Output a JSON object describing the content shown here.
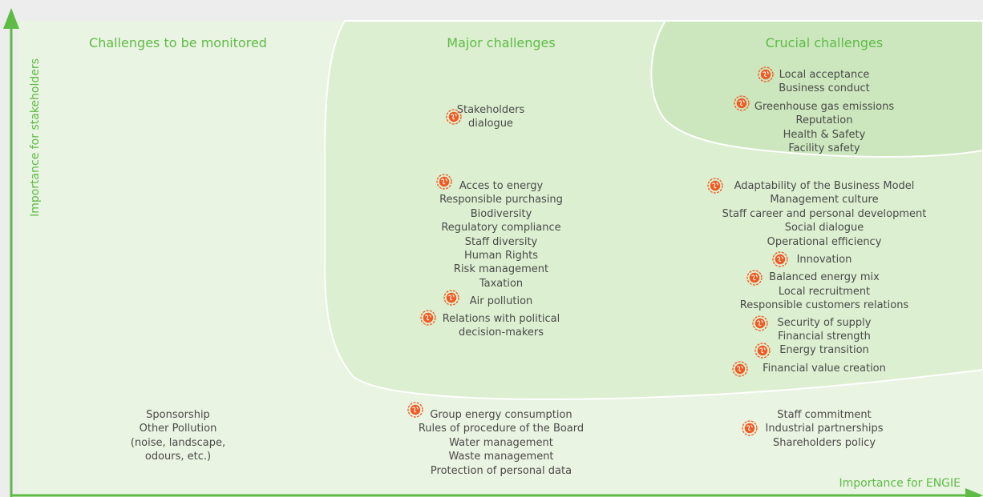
{
  "colors": {
    "accent_green": "#5dbb46",
    "icon_orange": "#f05a22",
    "zone_light": "#eaf4e2",
    "zone_mid": "#dcefd0",
    "zone_dark": "#cce7bd"
  },
  "axes": {
    "y_label": "Importance for stakeholders",
    "x_label": "Importance for ENGIE"
  },
  "zones": {
    "monitored": {
      "title": "Challenges to be monitored"
    },
    "major": {
      "title": "Major challenges"
    },
    "crucial": {
      "title": "Crucial challenges"
    }
  },
  "groups": {
    "crucial_top": [
      "Local acceptance",
      "Business conduct",
      "Greenhouse gas emissions",
      "Reputation",
      "Health & Safety",
      "Facility safety"
    ],
    "major_top": [
      "Stakeholders",
      "dialogue"
    ],
    "major_mid": [
      "Acces to energy",
      "Responsible purchasing",
      "Biodiversity",
      "Regulatory compliance",
      "Staff diversity",
      "Human Rights",
      "Risk management",
      "Taxation",
      "Air pollution",
      "Relations with political",
      "decision-makers"
    ],
    "major_right": [
      "Adaptability of the Business Model",
      "Management culture",
      "Staff career and personal development",
      "Social dialogue",
      "Operational efficiency",
      "Innovation",
      "Balanced energy mix",
      "Local recruitment",
      "Responsible customers relations",
      "Security of supply",
      "Financial strength",
      "Energy transition",
      "Financial value creation"
    ],
    "bottom_left": [
      "Sponsorship",
      "Other Pollution",
      "(noise, landscape,",
      "odours, etc.)"
    ],
    "bottom_mid": [
      "Group energy consumption",
      "Rules of procedure of the Board",
      "Water management",
      "Waste management",
      "Protection of personal data"
    ],
    "bottom_right": [
      "Staff commitment",
      "Industrial partnerships",
      "Shareholders policy"
    ]
  },
  "icon_name": "globe-icon"
}
